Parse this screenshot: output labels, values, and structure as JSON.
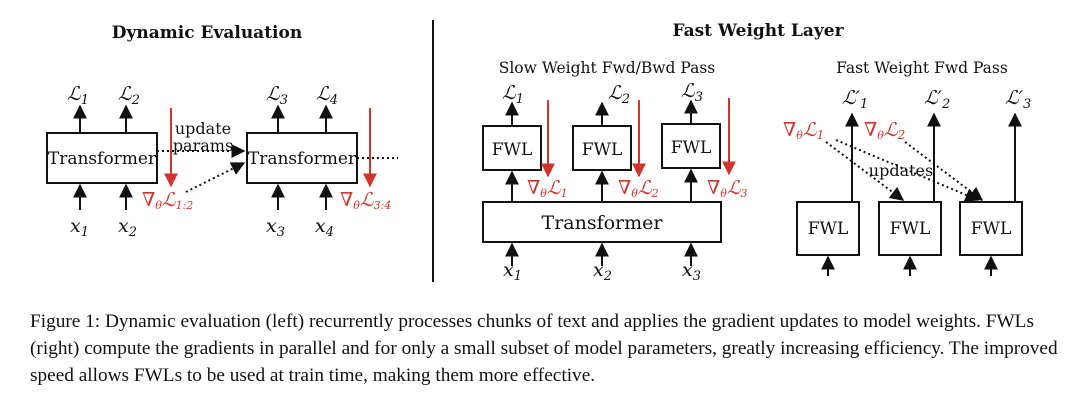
{
  "left": {
    "title": "Dynamic Evaluation",
    "transformer_label": "Transformer",
    "update_label_1": "update",
    "update_label_2": "params",
    "losses": [
      "ℒ",
      "ℒ",
      "ℒ",
      "ℒ"
    ],
    "loss_subs": [
      "1",
      "2",
      "3",
      "4"
    ],
    "inputs": [
      "x",
      "x",
      "x",
      "x"
    ],
    "input_subs": [
      "1",
      "2",
      "3",
      "4"
    ],
    "grad_prefix": "∇",
    "grad_theta": "θ",
    "grad_L": "ℒ",
    "grad_subs": [
      "1:2",
      "3:4"
    ]
  },
  "right": {
    "title": "Fast Weight Layer",
    "slow_subtitle": "Slow Weight Fwd/Bwd Pass",
    "fast_subtitle": "Fast Weight Fwd Pass",
    "fwl_label": "FWL",
    "transformer_label": "Transformer",
    "updates_label": "updates",
    "slow_losses": [
      "ℒ",
      "ℒ",
      "ℒ"
    ],
    "slow_loss_subs": [
      "1",
      "2",
      "3"
    ],
    "slow_inputs": [
      "x",
      "x",
      "x"
    ],
    "slow_input_subs": [
      "1",
      "2",
      "3"
    ],
    "slow_grad_subs": [
      "1",
      "2",
      "3"
    ],
    "fast_losses": [
      "ℒ′",
      "ℒ′",
      "ℒ′"
    ],
    "fast_loss_subs": [
      "1",
      "2",
      "3"
    ],
    "fast_grad_subs": [
      "1",
      "2"
    ]
  },
  "caption": "Figure 1: Dynamic evaluation (left) recurrently processes chunks of text and applies the gradient updates to model weights. FWLs (right) compute the gradients in parallel and for only a small subset of model parameters, greatly increasing efficiency. The improved speed allows FWLs to be used at train time, making them more effective."
}
